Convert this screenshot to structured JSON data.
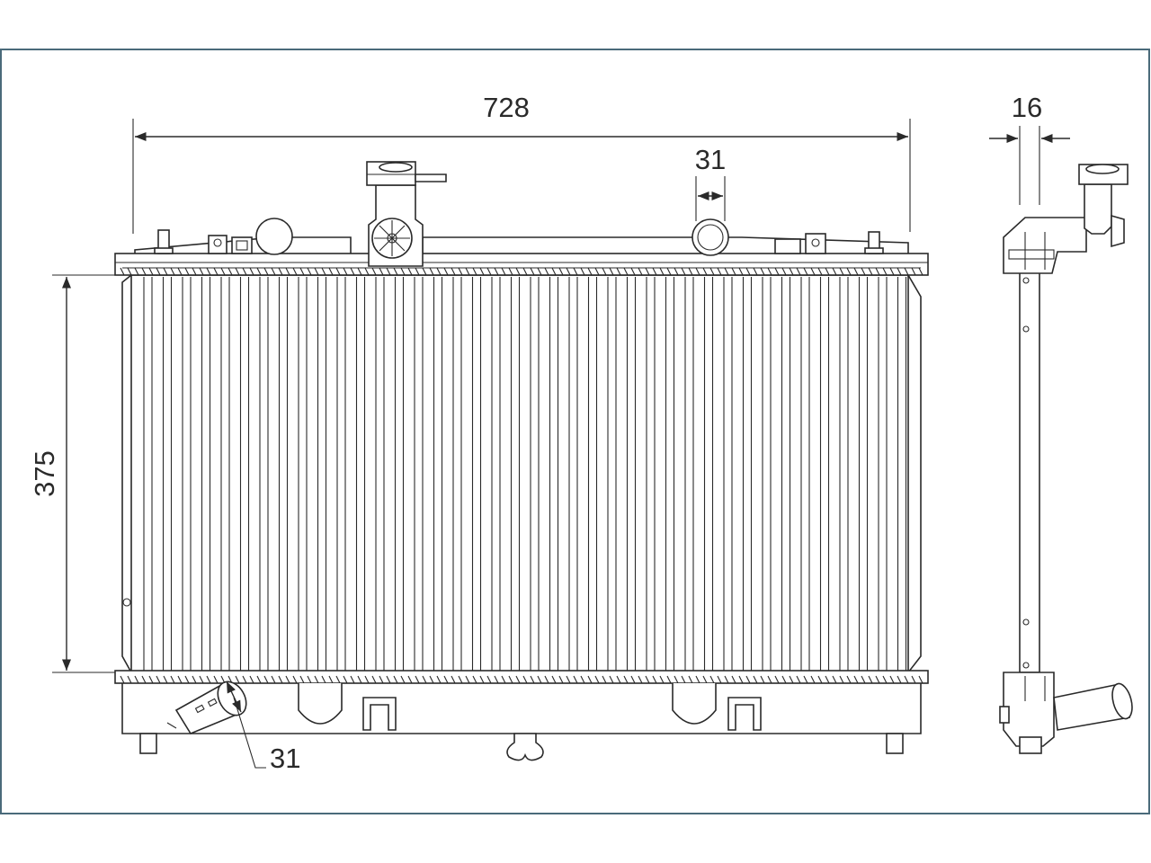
{
  "dimensions": {
    "width": "728",
    "height": "375",
    "top_pipe": "31",
    "bottom_pipe": "31",
    "depth": "16"
  },
  "colors": {
    "line": "#2a2a2a",
    "frame": "#4a6a7a",
    "background": "#ffffff"
  }
}
